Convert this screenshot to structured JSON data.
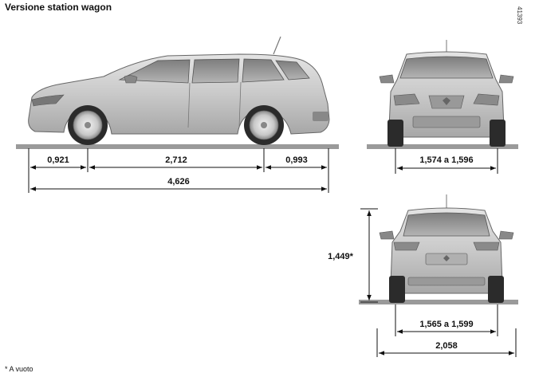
{
  "title": "Versione station wagon",
  "ref_code": "41393",
  "footnote": "* A vuoto",
  "dimensions": {
    "front_overhang": "0,921",
    "wheelbase": "2,712",
    "rear_overhang": "0,993",
    "overall_length": "4,626",
    "front_track": "1,574 a 1,596",
    "height": "1,449*",
    "rear_track": "1,565 a 1,599",
    "overall_width": "2,058"
  }
}
